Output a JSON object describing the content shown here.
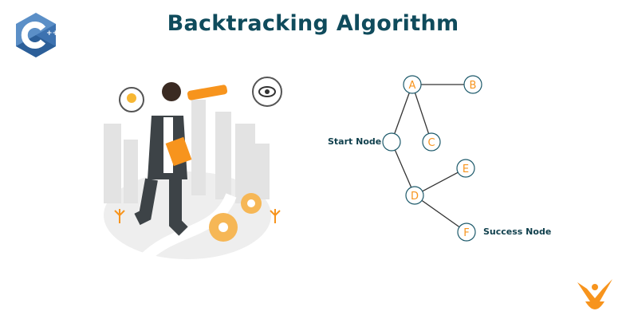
{
  "title": "Backtracking Algorithm",
  "logo_text": "C++",
  "graph": {
    "nodes": [
      {
        "id": "A",
        "label": "A"
      },
      {
        "id": "B",
        "label": "B"
      },
      {
        "id": "S",
        "label": ""
      },
      {
        "id": "C",
        "label": "C"
      },
      {
        "id": "E",
        "label": "E"
      },
      {
        "id": "D",
        "label": "D"
      },
      {
        "id": "F",
        "label": "F"
      }
    ],
    "edges": [
      [
        "A",
        "B"
      ],
      [
        "A",
        "S"
      ],
      [
        "A",
        "C"
      ],
      [
        "S",
        "D"
      ],
      [
        "D",
        "E"
      ],
      [
        "D",
        "F"
      ]
    ],
    "start_label": "Start Node",
    "success_label": "Success Node"
  },
  "colors": {
    "title": "#0f4b5c",
    "node_stroke": "#1d5a6b",
    "node_text": "#f7941d",
    "edge": "#333333"
  }
}
